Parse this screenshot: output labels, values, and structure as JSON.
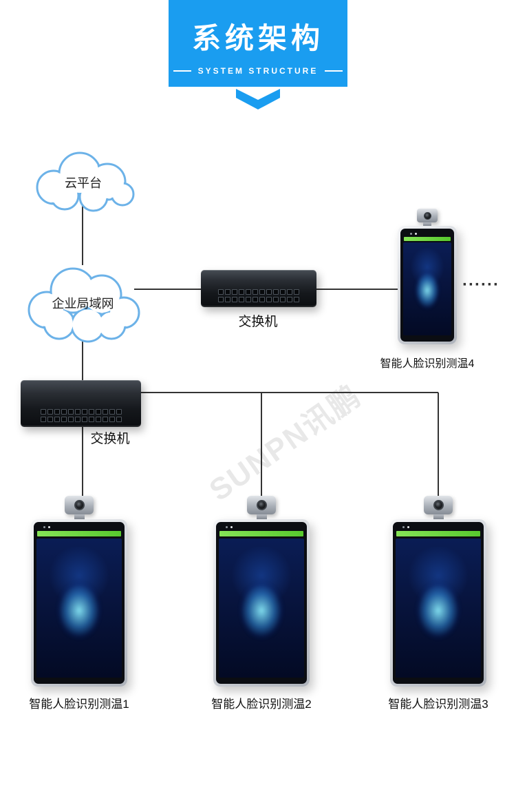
{
  "header": {
    "title": "系统架构",
    "subtitle": "SYSTEM STRUCTURE"
  },
  "diagram": {
    "cloud_platform_label": "云平台",
    "lan_label": "企业局域网",
    "switch_top_label": "交换机",
    "switch_bottom_label": "交换机",
    "ellipsis": "······",
    "devices": [
      {
        "label": "智能人脸识别测温1"
      },
      {
        "label": "智能人脸识别测温2"
      },
      {
        "label": "智能人脸识别测温3"
      },
      {
        "label": "智能人脸识别测温4"
      }
    ],
    "watermark": "SUNPN讯鹏"
  },
  "colors": {
    "banner_blue": "#1a9df0",
    "cloud_stroke": "#6cb2e8",
    "green_bar": "#5fd133",
    "connector_line": "#333333",
    "screen_glow": "#58c9ff"
  }
}
